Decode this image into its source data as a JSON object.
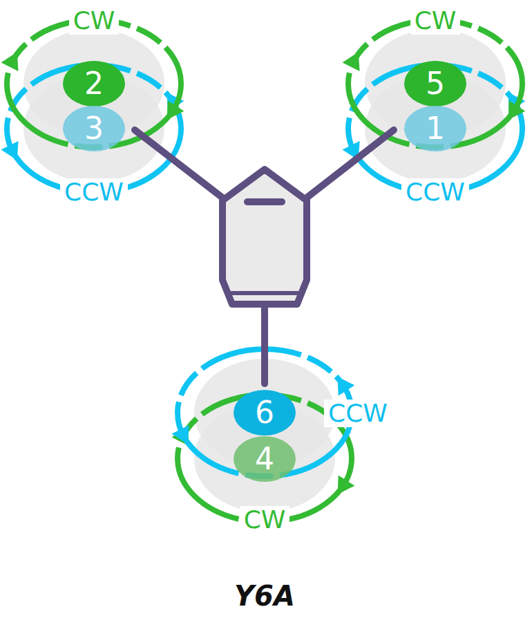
{
  "diagram": {
    "caption": "Y6A",
    "nodes": [
      {
        "text": [
          "2"
        ]
      },
      {
        "text": [
          "5"
        ]
      },
      {
        "text": [
          "3"
        ]
      },
      {
        "text": [
          "1"
        ]
      },
      {
        "text": [
          "6"
        ]
      },
      {
        "text": [
          "4"
        ]
      }
    ],
    "labels": [
      "CW",
      "CW",
      "CCW",
      "CCW",
      "CCW",
      "CW"
    ]
  }
}
